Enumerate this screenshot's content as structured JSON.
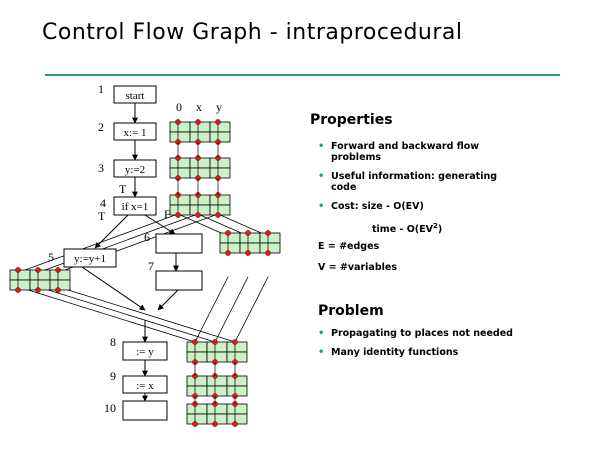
{
  "title": "Control Flow Graph - intraprocedural",
  "colors": {
    "rule": "#2e9e6a",
    "cell": "#ccf0c8",
    "dot": "#d02020",
    "bullet": "#2e9e6a"
  },
  "graph": {
    "nodes": [
      {
        "num": "1",
        "label": "start"
      },
      {
        "num": "2",
        "label": "x:= 1"
      },
      {
        "num": "3",
        "label": "y:=2"
      },
      {
        "num": "4",
        "label": "if x=1"
      },
      {
        "num": "5",
        "label": "y:=y+1"
      },
      {
        "num": "6",
        "label": ""
      },
      {
        "num": "7",
        "label": ""
      },
      {
        "num": "8",
        "label": ":= y"
      },
      {
        "num": "9",
        "label": ":= x"
      },
      {
        "num": "10",
        "label": ""
      }
    ],
    "var_headers": [
      "0",
      "x",
      "y"
    ],
    "branch_true": "T",
    "branch_true2": "T",
    "branch_false": "F"
  },
  "properties": {
    "heading": "Properties",
    "items": [
      "Forward and backward flow problems",
      "Useful information: generating code",
      "Cost: size - O(EV)"
    ],
    "time_prefix": "time - O(EV",
    "time_sup": "2",
    "time_suffix": ")",
    "edges_def": "E = #edges",
    "vars_def": "V = #variables"
  },
  "problem": {
    "heading": "Problem",
    "items": [
      "Propagating to places not needed",
      "Many identity functions"
    ]
  }
}
